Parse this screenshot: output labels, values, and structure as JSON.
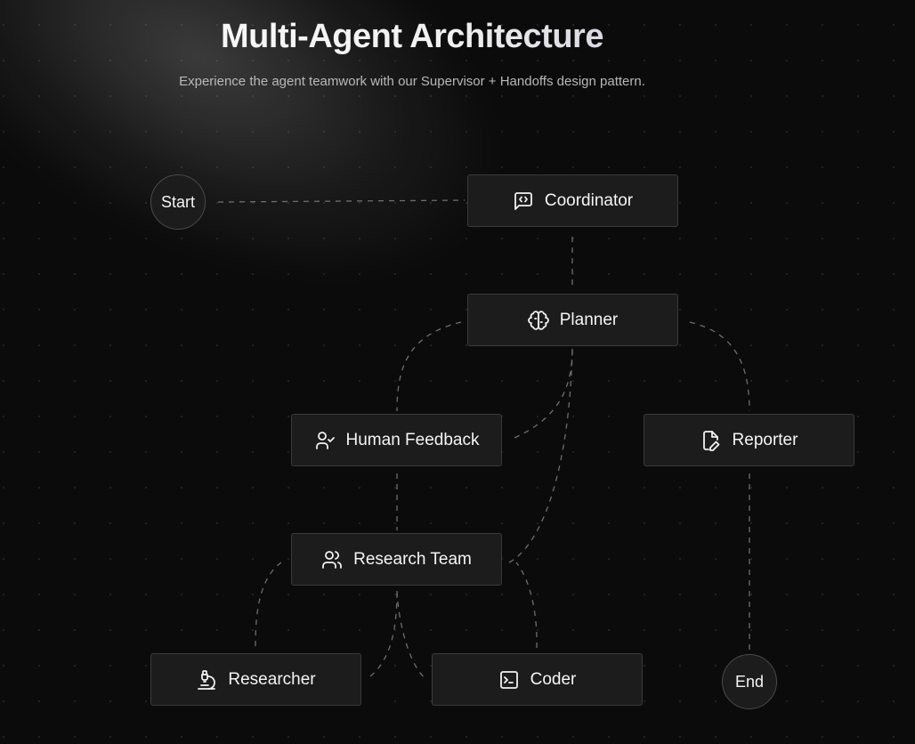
{
  "header": {
    "title": "Multi-Agent Architecture",
    "subtitle": "Experience the agent teamwork with our Supervisor + Handoffs design pattern."
  },
  "nodes": {
    "start": "Start",
    "end": "End",
    "coordinator": "Coordinator",
    "planner": "Planner",
    "human_feedback": "Human Feedback",
    "reporter": "Reporter",
    "research_team": "Research Team",
    "researcher": "Researcher",
    "coder": "Coder"
  },
  "icons": {
    "coordinator": "message-square-code-icon",
    "planner": "brain-icon",
    "human_feedback": "user-check-icon",
    "reporter": "file-pen-icon",
    "research_team": "users-icon",
    "researcher": "microscope-icon",
    "coder": "terminal-icon"
  },
  "colors": {
    "background": "#0b0b0b",
    "node_fill": "#1c1c1c",
    "node_border": "#3a3a3a",
    "edge": "#6e6e6e"
  }
}
